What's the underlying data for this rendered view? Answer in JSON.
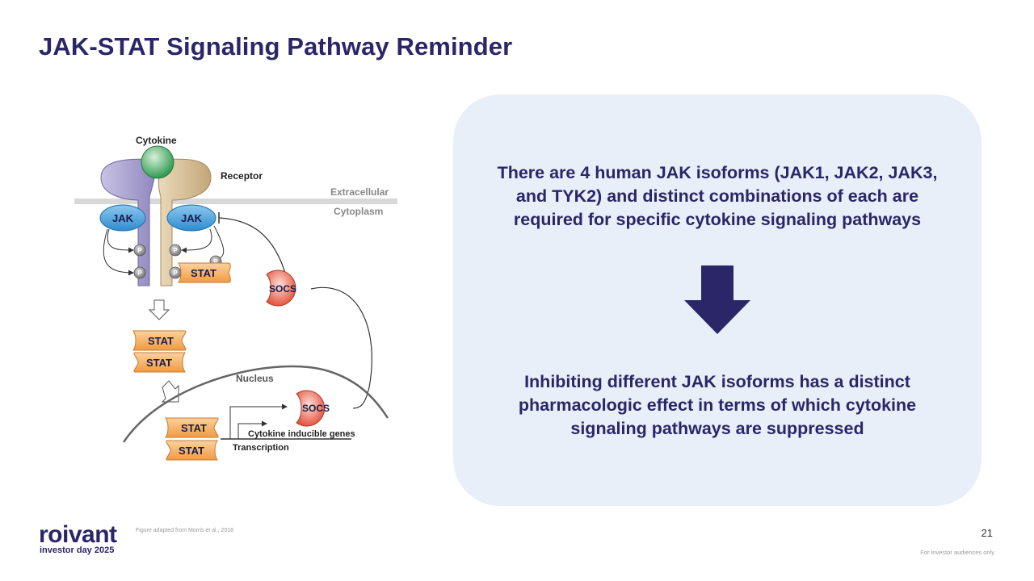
{
  "slide": {
    "title": "JAK-STAT Signaling Pathway Reminder",
    "page_number": "21"
  },
  "diagram": {
    "labels": {
      "cytokine": "Cytokine",
      "receptor": "Receptor",
      "extracellular": "Extracellular",
      "cytoplasm": "Cytoplasm",
      "jak": "JAK",
      "p": "P",
      "stat": "STAT",
      "socs": "SOCS",
      "nucleus": "Nucleus",
      "cytokine_inducible_genes": "Cytokine inducible genes",
      "transcription": "Transcription"
    },
    "colors": {
      "cytokine": "#3aa55b",
      "receptor_left": "#a49ccb",
      "receptor_right": "#cdb48c",
      "jak": "#4aa3dc",
      "stat": "#f3a85a",
      "socs": "#e2553f",
      "phospho": "#8a8a8a"
    }
  },
  "panel": {
    "top_text": [
      "There are 4 human JAK isoforms (JAK1, JAK2, JAK3,",
      "and TYK2) and distinct combinations of each are",
      "required for specific cytokine signaling pathways"
    ],
    "arrow_icon": "down-arrow-icon",
    "bottom_text": [
      "Inhibiting different JAK isoforms has a distinct",
      "pharmacologic effect in terms of which cytokine",
      "signaling pathways are suppressed"
    ],
    "background_color": "#e8eff8",
    "accent_color": "#2a2668"
  },
  "footer": {
    "logo_name": "roivant",
    "logo_subtitle": "investor day 2025",
    "footnote": "Figure adapted from Morris et al., 2018",
    "disclaimer": "For investor audiences only"
  }
}
